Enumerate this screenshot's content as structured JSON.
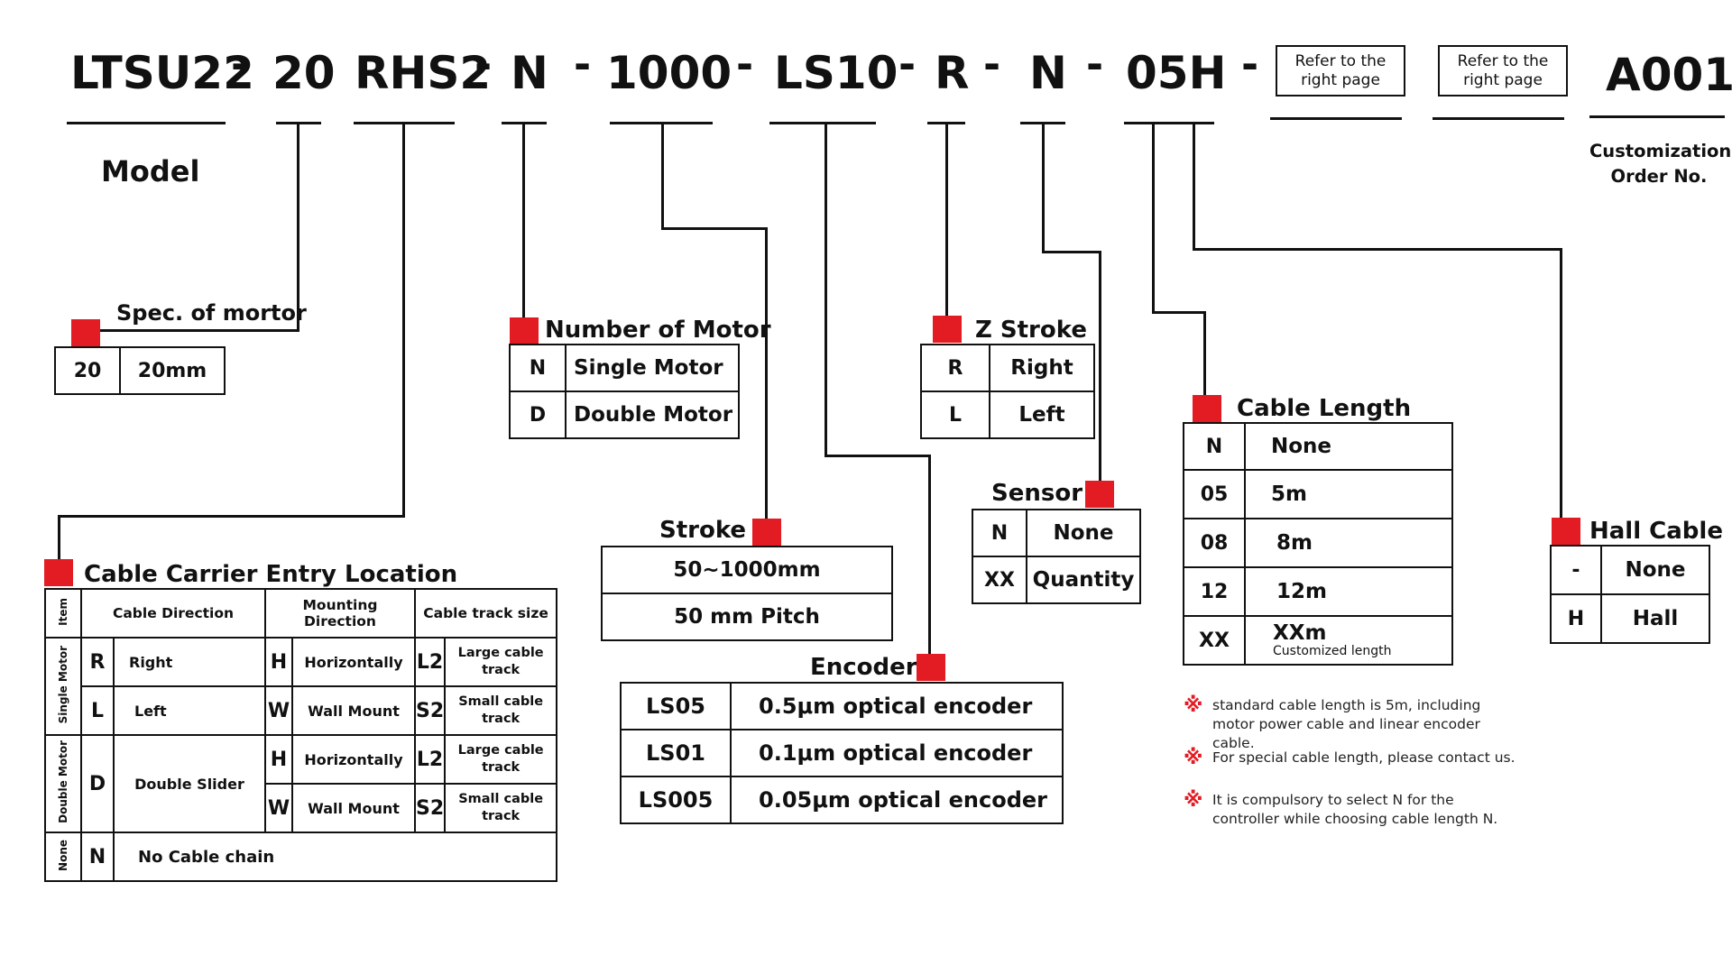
{
  "model_code": {
    "segments": [
      "LTSU22",
      "20",
      "RHS2",
      "N",
      "1000",
      "LS10",
      "R",
      "N",
      "05H"
    ],
    "separator": "-",
    "refer_label": "Refer to the right page",
    "customization_code": "A001",
    "model_label": "Model",
    "customization_label": "Customization Order No."
  },
  "spec_motor": {
    "title": "Spec. of mortor",
    "rows": [
      [
        "20",
        "20mm"
      ]
    ]
  },
  "number_of_motor": {
    "title": "Number of Motor",
    "rows": [
      [
        "N",
        "Single Motor"
      ],
      [
        "D",
        "Double Motor"
      ]
    ]
  },
  "z_stroke": {
    "title": "Z Stroke",
    "rows": [
      [
        "R",
        "Right"
      ],
      [
        "L",
        "Left"
      ]
    ]
  },
  "sensor": {
    "title": "Sensor",
    "rows": [
      [
        "N",
        "None"
      ],
      [
        "XX",
        "Quantity"
      ]
    ]
  },
  "stroke": {
    "title": "Stroke",
    "rows": [
      "50~1000mm",
      "50 mm Pitch"
    ]
  },
  "encoder": {
    "title": "Encoder",
    "rows": [
      [
        "LS05",
        "0.5μm optical encoder"
      ],
      [
        "LS01",
        "0.1μm optical encoder"
      ],
      [
        "LS005",
        "0.05μm optical encoder"
      ]
    ]
  },
  "cable_length": {
    "title": "Cable Length",
    "rows": [
      [
        "N",
        "None",
        ""
      ],
      [
        "05",
        "5m",
        ""
      ],
      [
        "08",
        "8m",
        ""
      ],
      [
        "12",
        "12m",
        ""
      ],
      [
        "XX",
        "XXm",
        "Customized length"
      ]
    ],
    "notes": [
      "standard cable length is 5m, including motor power cable and linear encoder cable.",
      "For special cable length, please contact us.",
      "It is compulsory to select N for the controller while choosing cable length N."
    ],
    "note_mark": "※"
  },
  "hall_cable": {
    "title": "Hall Cable",
    "rows": [
      [
        "-",
        "None"
      ],
      [
        "H",
        "Hall"
      ]
    ]
  },
  "cable_carrier": {
    "title": "Cable Carrier Entry Location",
    "headers": [
      "Item",
      "Cable Direction",
      "Mounting Direction",
      "Cable track size"
    ],
    "groups": [
      "Single Motor",
      "Double Motor",
      "None"
    ],
    "single_rows": [
      {
        "code": "R",
        "direction": "Right",
        "mcode": "H",
        "mounting": "Horizontally",
        "tcode": "L2",
        "track": "Large cable track"
      },
      {
        "code": "L",
        "direction": "Left",
        "mcode": "W",
        "mounting": "Wall Mount",
        "tcode": "S2",
        "track": "Small cable track"
      }
    ],
    "double_rows": [
      {
        "code": "D",
        "direction": "Double Slider",
        "mcode": "H",
        "mounting": "Horizontally",
        "tcode": "L2",
        "track": "Large cable track"
      },
      {
        "mcode": "W",
        "mounting": "Wall Mount",
        "tcode": "S2",
        "track": "Small cable track"
      }
    ],
    "none_row": {
      "code": "N",
      "label": "No Cable chain"
    }
  },
  "colors": {
    "accent": "#e31b23",
    "line": "#111111"
  }
}
